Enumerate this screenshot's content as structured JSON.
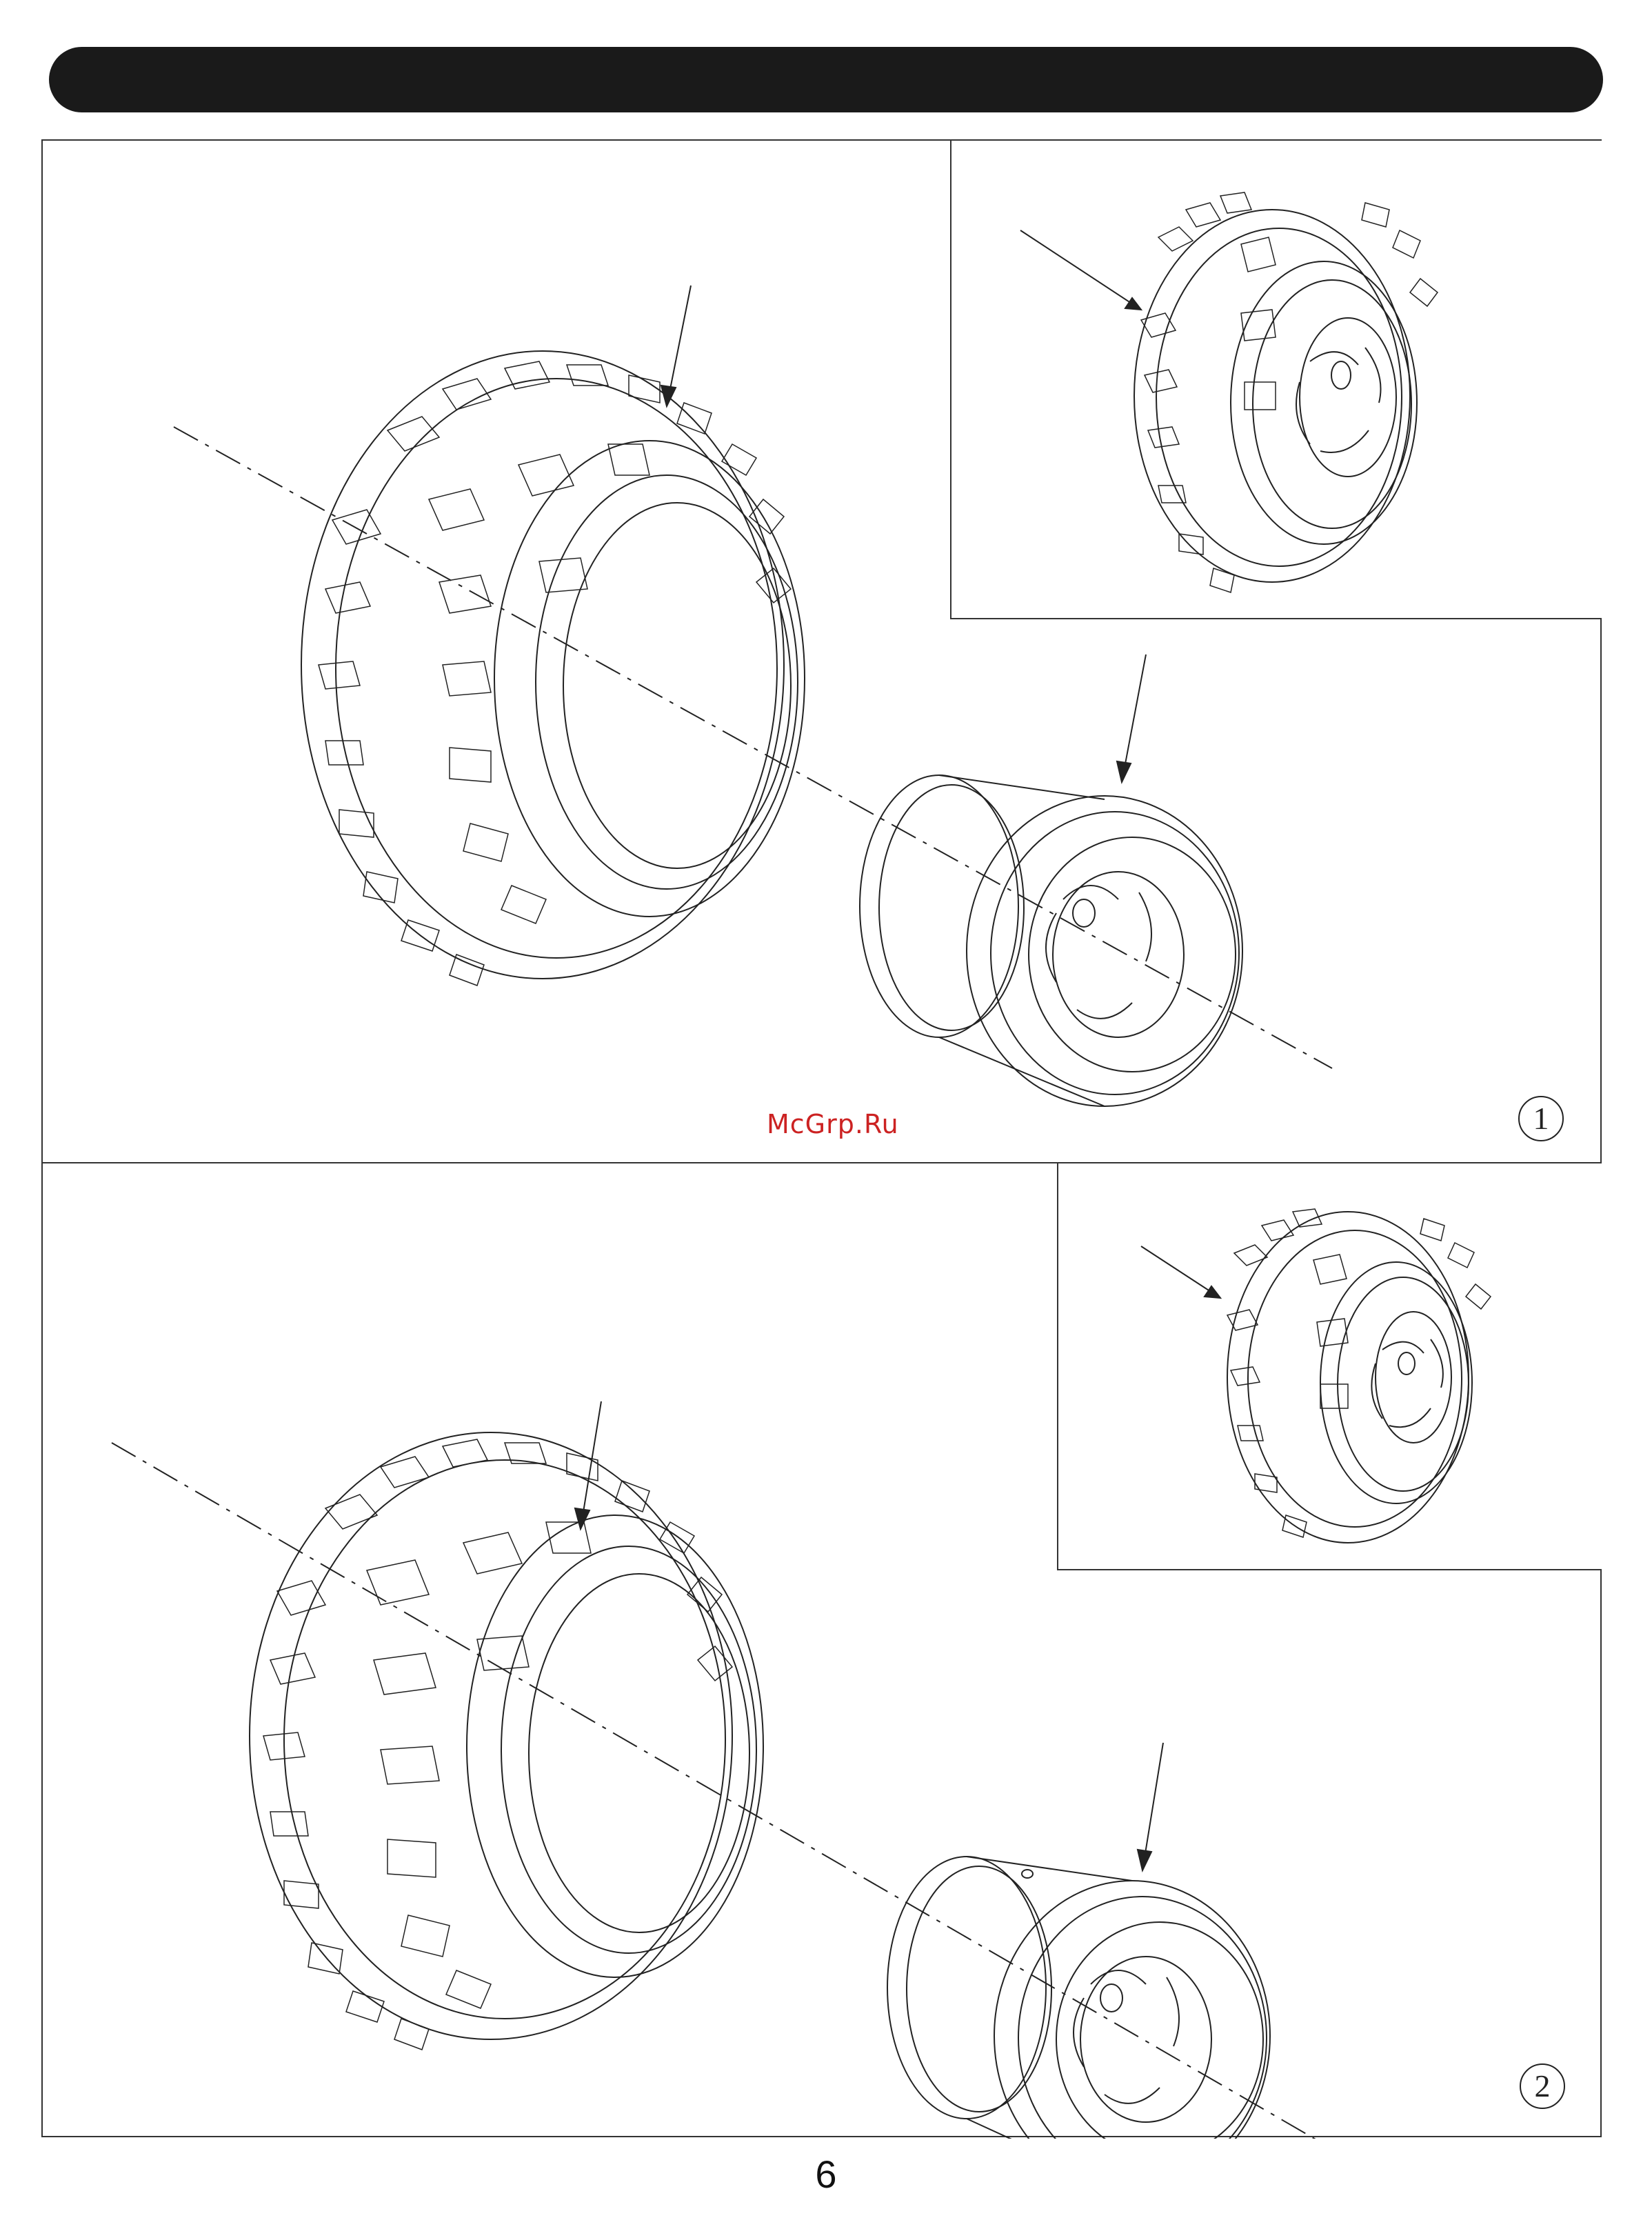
{
  "header": {
    "bar_color": "#1a1a1a"
  },
  "steps": [
    {
      "number": "1",
      "description_icons": [
        "tire-icon",
        "wheel-rim-icon",
        "assembled-wheel-icon"
      ]
    },
    {
      "number": "2",
      "description_icons": [
        "tire-icon",
        "wheel-rim-icon",
        "assembled-wheel-icon"
      ]
    }
  ],
  "watermark": "McGrp.Ru",
  "page_number": "6",
  "colors": {
    "line": "#222222",
    "watermark": "#cc2222"
  }
}
